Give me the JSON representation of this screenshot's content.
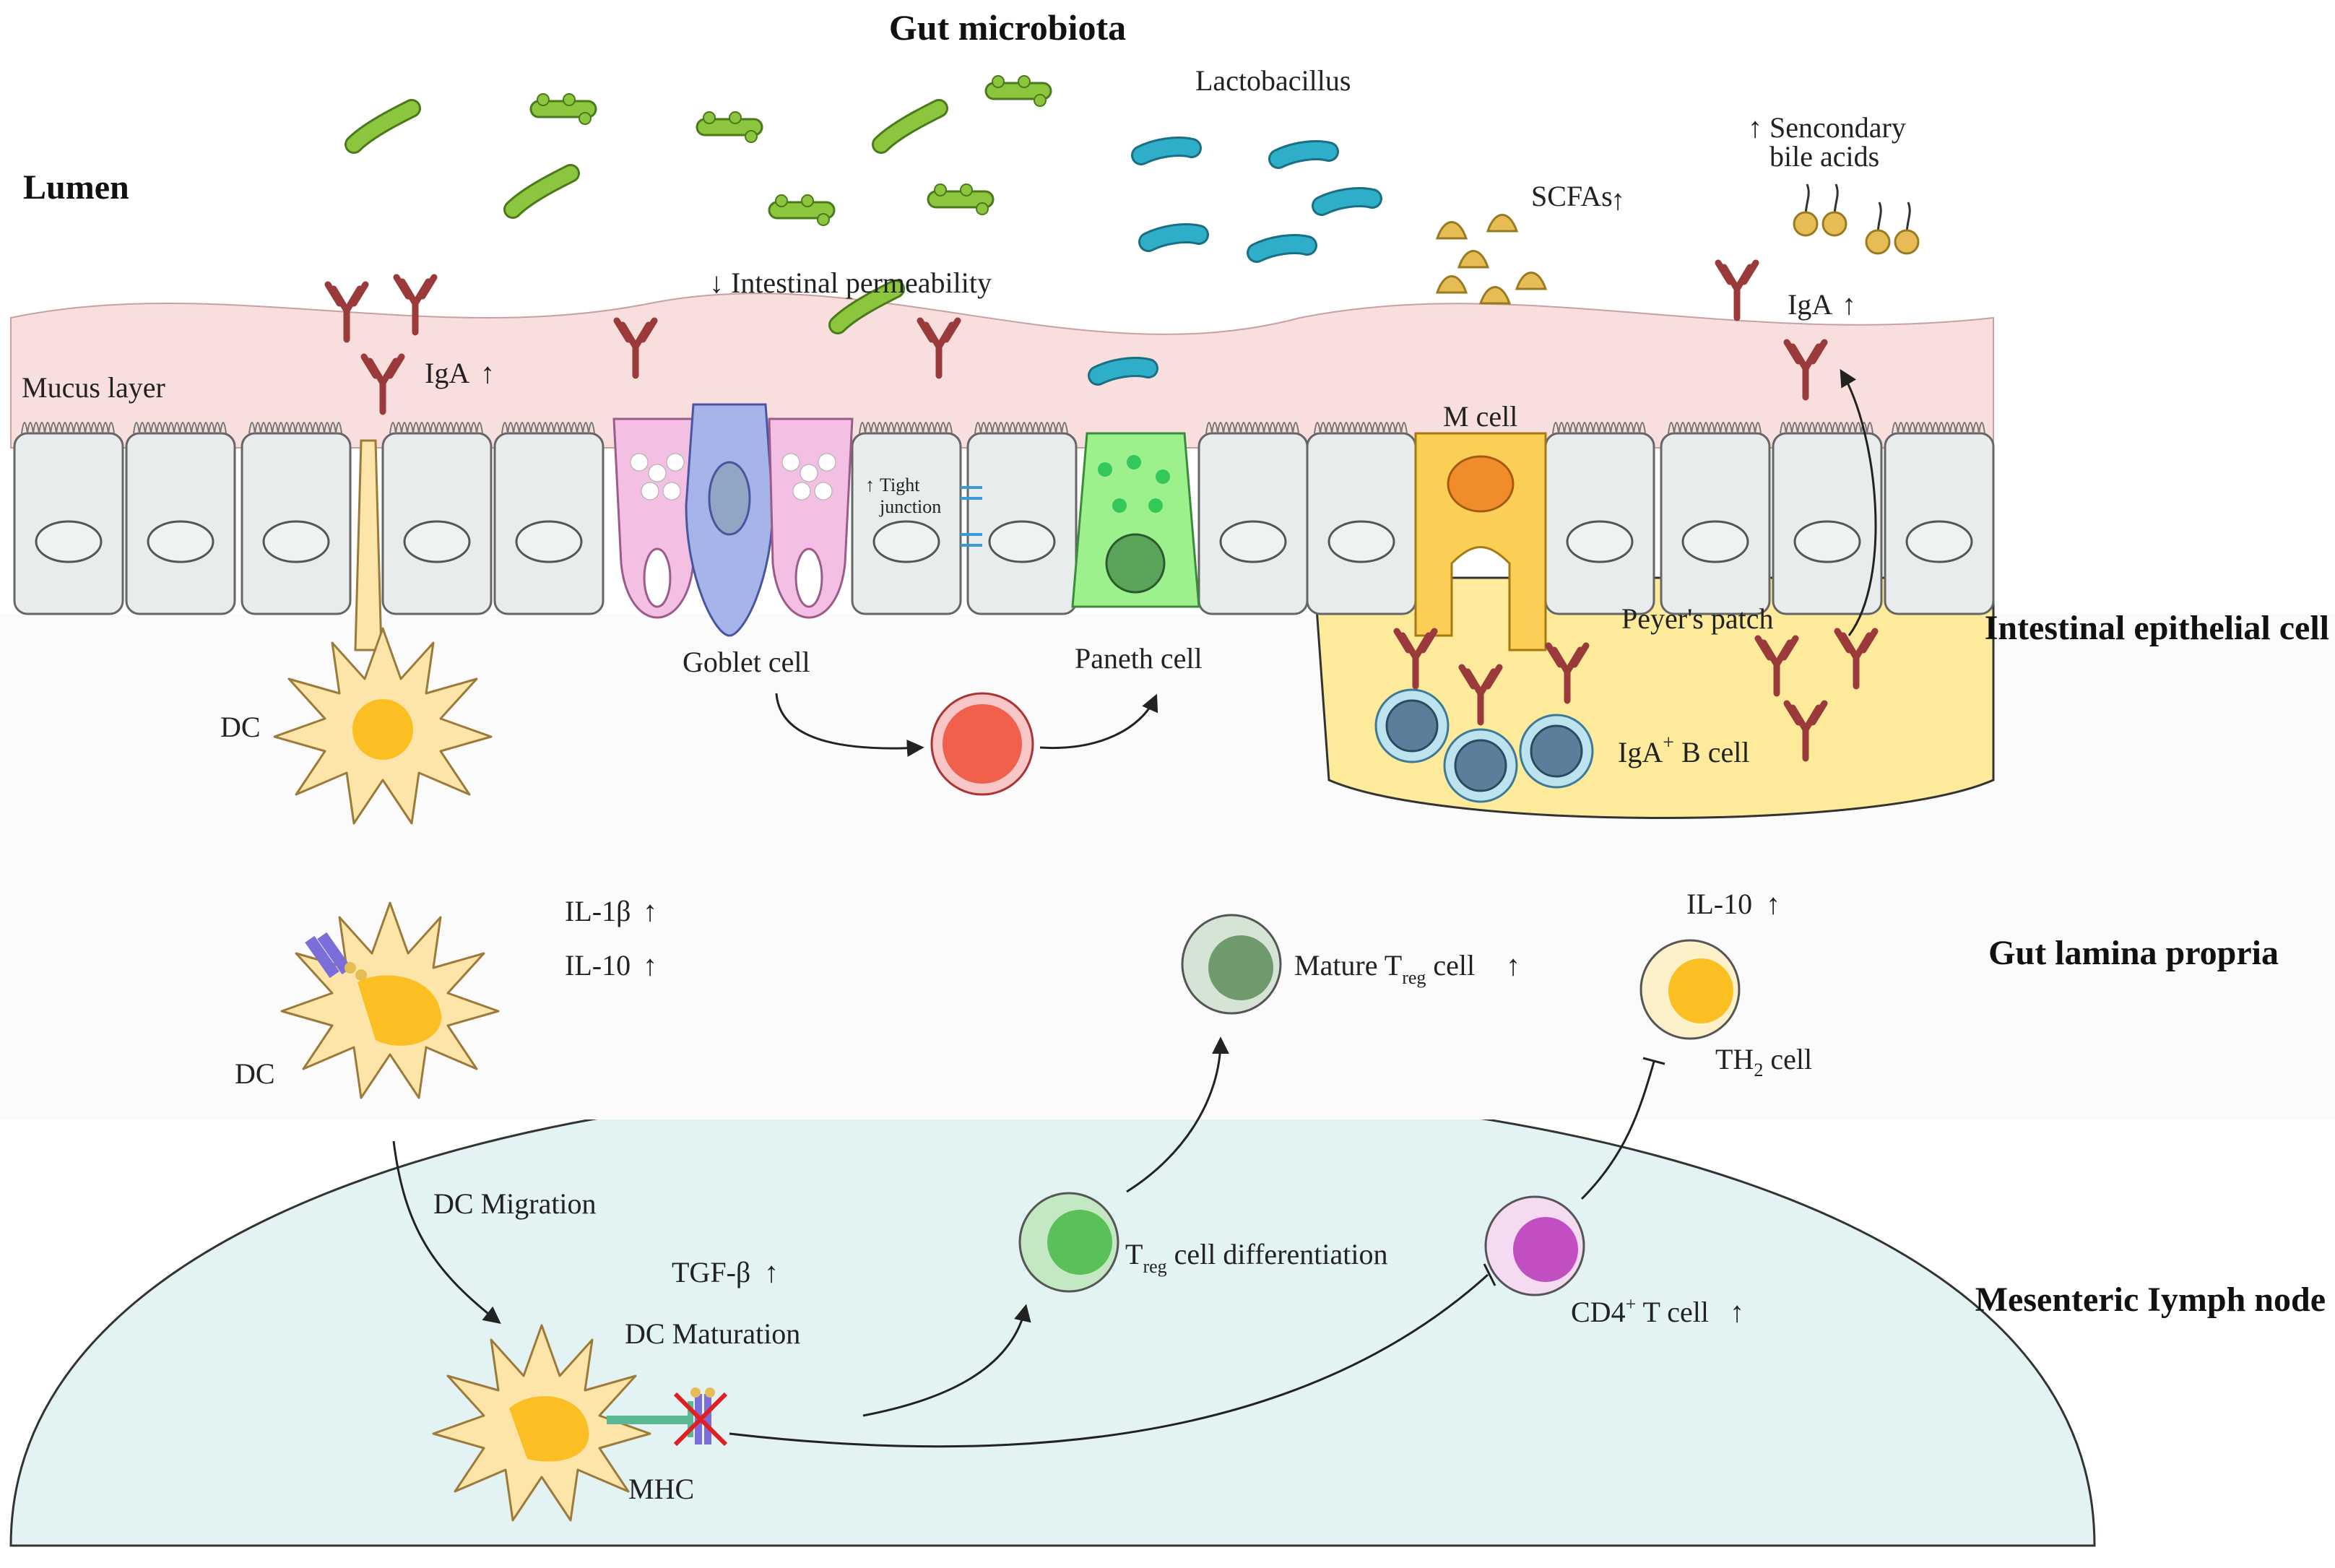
{
  "title": "Gut microbiota",
  "region_labels": {
    "lumen": "Lumen",
    "epithelium": "Intestinal epithelial cell",
    "lamina_propria": "Gut lamina propria",
    "lymph_node": "Mesenteric Iymph node"
  },
  "labels": {
    "lactobacillus": "Lactobacillus",
    "scfas": "SCFAs",
    "secondary_bile_1": "Sencondary",
    "secondary_bile_2": "bile acids",
    "permeability": "Intestinal permeability",
    "iga_left": "IgA",
    "iga_right": "IgA",
    "mucus": "Mucus layer",
    "tight_1": "Tight",
    "tight_2": "junction",
    "goblet": "Goblet cell",
    "paneth": "Paneth cell",
    "m_cell": "M cell",
    "peyers": "Peyer's patch",
    "iga_b_main": "IgA",
    "iga_b_sup": "+",
    "iga_b_rest": " B cell",
    "dc_top": "DC",
    "dc_mid": "DC",
    "il1b": "IL-1β",
    "il10_left": "IL-10",
    "il10_right": "IL-10",
    "mature_treg_a": "Mature T",
    "mature_treg_sub": "reg",
    "mature_treg_b": " cell",
    "th2_a": "TH",
    "th2_sub": "2",
    "th2_b": " cell",
    "dc_migration": "DC Migration",
    "tgfb": "TGF-β",
    "dc_maturation": "DC Maturation",
    "treg_diff_a": "T",
    "treg_diff_sub": "reg",
    "treg_diff_b": " cell differentiation",
    "cd4_a": "CD4",
    "cd4_sup": "+",
    "cd4_b": " T cell",
    "mhc": "MHC"
  },
  "colors": {
    "bacteria_green": "#8cc63f",
    "lactobacillus_blue": "#2eaec9",
    "antibody": "#9b3a3a",
    "mucus": "#f9dede",
    "epithelial": "#e8ecec",
    "dc": "#fde4a8",
    "dc_nucleus": "#fbbf24",
    "peyers_patch": "#fdea9a",
    "lymph_node": "#e3f2f2",
    "paneth": "#9df18c",
    "goblet": "#f3bfe3",
    "m_cell": "#fbcf56"
  },
  "arrow_glyph": "↑",
  "down_glyph": "↓"
}
